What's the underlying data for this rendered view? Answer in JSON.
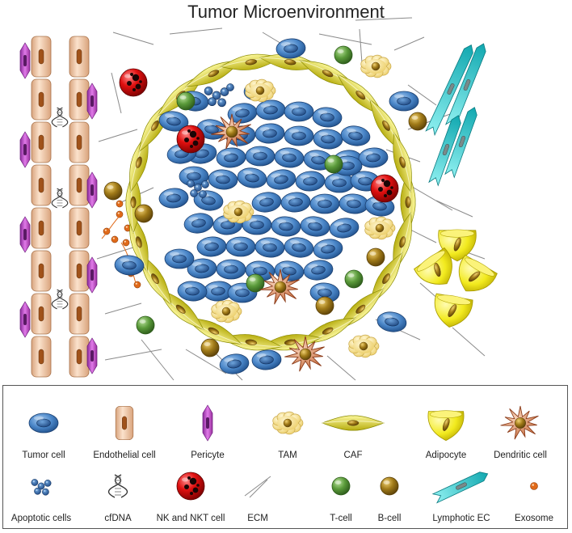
{
  "title": "Tumor Microenvironment",
  "colors": {
    "tumor": "#4a86c8",
    "endothelial": "#f2c9a6",
    "pericyte": "#c84fd0",
    "tam": "#f7e08a",
    "caf": "#e2dc3a",
    "adipocyte": "#f2ea1e",
    "dendritic": "#d98a5e",
    "nk": "#e01010",
    "tcell": "#5a9a3a",
    "bcell": "#a07a18",
    "lymphatic": "#34d6d6",
    "exosome": "#e06a1a",
    "ecm": "#888888"
  },
  "legend": {
    "row1": [
      {
        "icon": "tumor-cell-icon",
        "label": "Tumor cell"
      },
      {
        "icon": "endothelial-cell-icon",
        "label": "Endothelial cell"
      },
      {
        "icon": "pericyte-icon",
        "label": "Pericyte"
      },
      {
        "icon": "tam-icon",
        "label": "TAM"
      },
      {
        "icon": "caf-icon",
        "label": "CAF"
      },
      {
        "icon": "adipocyte-icon",
        "label": "Adipocyte"
      },
      {
        "icon": "dendritic-cell-icon",
        "label": "Dendritic cell"
      }
    ],
    "row2": [
      {
        "icon": "apoptotic-cells-icon",
        "label": "Apoptotic cells"
      },
      {
        "icon": "cfdna-icon",
        "label": "cfDNA"
      },
      {
        "icon": "nk-nkt-cell-icon",
        "label": "NK and NKT cell"
      },
      {
        "icon": "ecm-icon",
        "label": "ECM"
      },
      {
        "icon": "t-cell-icon",
        "label": "T-cell"
      },
      {
        "icon": "b-cell-icon",
        "label": "B-cell"
      },
      {
        "icon": "lymphatic-ec-icon",
        "label": "Lymphotic EC"
      },
      {
        "icon": "exosome-icon",
        "label": "Exosome"
      }
    ]
  }
}
